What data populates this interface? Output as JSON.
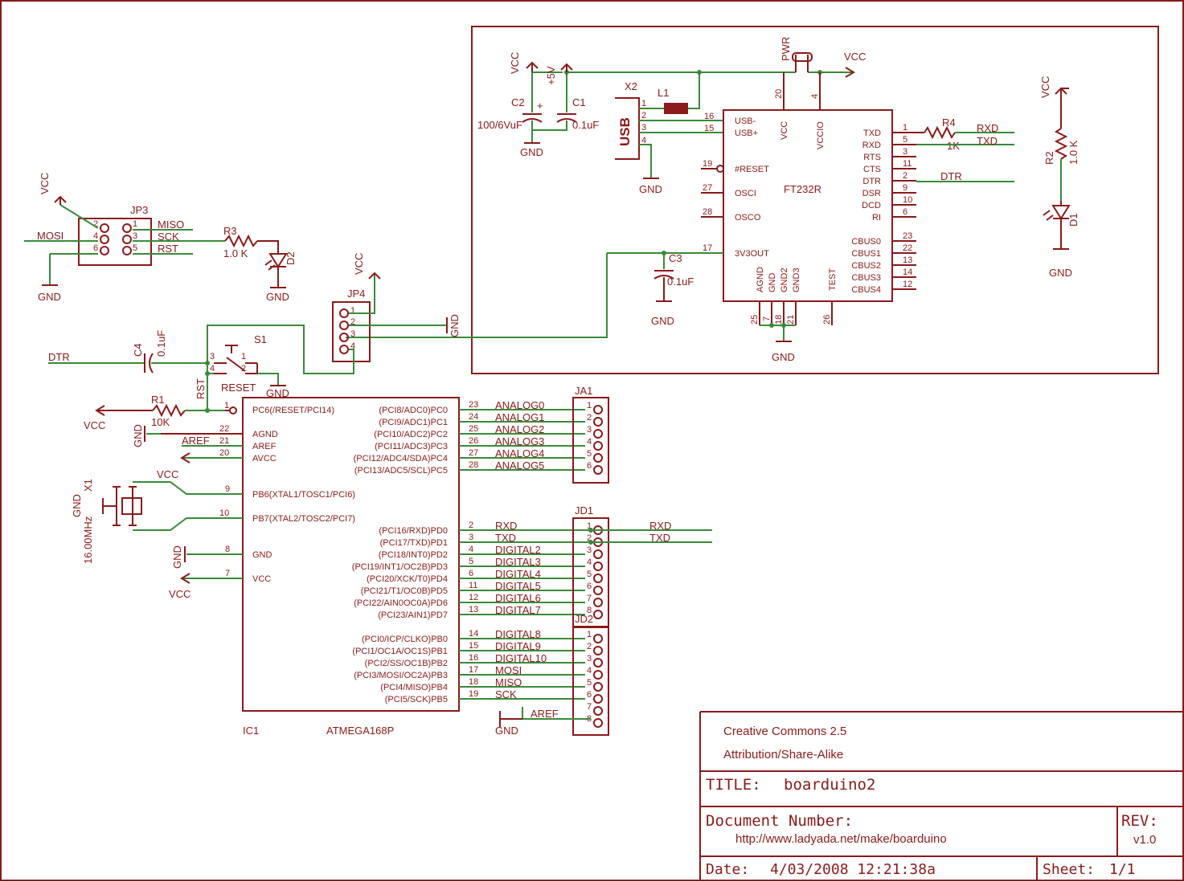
{
  "labels": {
    "vcc": "VCC",
    "gnd": "GND",
    "plus5v": "+5V",
    "pwr": "PWR",
    "mosi": "MOSI",
    "miso": "MISO",
    "sck": "SCK",
    "rst": "RST",
    "reset": "RESET",
    "dtr": "DTR",
    "rxd": "RXD",
    "txd": "TXD",
    "aref": "AREF"
  },
  "parts": {
    "c2": "C2",
    "c2_value": "100/6VuF",
    "c1": "C1",
    "c1_value": "0.1uF",
    "c3": "C3",
    "c3_value": "0.1uF",
    "c4": "C4",
    "c4_value": "0.1uF",
    "x2": "X2",
    "usb": "USB",
    "l1": "L1",
    "r1": "R1",
    "r1_value": "10K",
    "r2": "R2",
    "r2_value": "1.0 K",
    "r3": "R3",
    "r3_value": "1.0 K",
    "r4": "R4",
    "r4_value": "1K",
    "d1": "D1",
    "d2": "D2",
    "jp3": "JP3",
    "jp4": "JP4",
    "s1": "S1",
    "x1": "X1",
    "x1_value": "16.00MHz",
    "ja1": "JA1",
    "jd1": "JD1",
    "jd2": "JD2",
    "ic1": "IC1",
    "ic1_value": "ATMEGA168P",
    "ft232r": "FT232R"
  },
  "ft232r_pins_left": [
    {
      "num": "16",
      "name": "USB-"
    },
    {
      "num": "15",
      "name": "USB+"
    },
    {
      "num": "19",
      "name": "#RESET"
    },
    {
      "num": "27",
      "name": "OSCI"
    },
    {
      "num": "28",
      "name": "OSCO"
    },
    {
      "num": "17",
      "name": "3V3OUT"
    }
  ],
  "ft232r_pins_right": [
    {
      "num": "1",
      "name": "TXD"
    },
    {
      "num": "5",
      "name": "RXD"
    },
    {
      "num": "3",
      "name": "RTS"
    },
    {
      "num": "11",
      "name": "CTS"
    },
    {
      "num": "2",
      "name": "DTR"
    },
    {
      "num": "9",
      "name": "DSR"
    },
    {
      "num": "10",
      "name": "DCD"
    },
    {
      "num": "6",
      "name": "RI"
    },
    {
      "num": "23",
      "name": "CBUS0"
    },
    {
      "num": "22",
      "name": "CBUS1"
    },
    {
      "num": "13",
      "name": "CBUS2"
    },
    {
      "num": "14",
      "name": "CBUS3"
    },
    {
      "num": "12",
      "name": "CBUS4"
    }
  ],
  "ft232r_pins_top": [
    {
      "num": "20",
      "name": "VCC"
    },
    {
      "num": "4",
      "name": "VCCIO"
    }
  ],
  "ft232r_pins_bottom": [
    {
      "num": "25",
      "name": "AGND"
    },
    {
      "num": "7",
      "name": "GND"
    },
    {
      "num": "18",
      "name": "GND2"
    },
    {
      "num": "21",
      "name": "GND3"
    },
    {
      "num": "26",
      "name": "TEST"
    }
  ],
  "usb_pins": [
    "1",
    "2",
    "3",
    "4"
  ],
  "mcu_pins_left": [
    {
      "num": "1",
      "name": "PC6(/RESET/PCI14)"
    },
    {
      "num": "22",
      "name": "AGND"
    },
    {
      "num": "21",
      "name": "AREF"
    },
    {
      "num": "20",
      "name": "AVCC"
    },
    {
      "num": "9",
      "name": "PB6(XTAL1/TOSC1/PCI6)"
    },
    {
      "num": "10",
      "name": "PB7(XTAL2/TOSC2/PCI7)"
    },
    {
      "num": "8",
      "name": "GND"
    },
    {
      "num": "7",
      "name": "VCC"
    }
  ],
  "mcu_pins_right": [
    {
      "num": "23",
      "name": "(PCI8/ADC0)PC0",
      "net": "ANALOG0"
    },
    {
      "num": "24",
      "name": "(PCI9/ADC1)PC1",
      "net": "ANALOG1"
    },
    {
      "num": "25",
      "name": "(PCI10/ADC2)PC2",
      "net": "ANALOG2"
    },
    {
      "num": "26",
      "name": "(PCI11/ADC3)PC3",
      "net": "ANALOG3"
    },
    {
      "num": "27",
      "name": "(PCI12/ADC4/SDA)PC4",
      "net": "ANALOG4"
    },
    {
      "num": "28",
      "name": "(PCI13/ADC5/SCL)PC5",
      "net": "ANALOG5"
    },
    {
      "num": "2",
      "name": "(PCI16/RXD)PD0",
      "net": "RXD"
    },
    {
      "num": "3",
      "name": "(PCI17/TXD)PD1",
      "net": "TXD"
    },
    {
      "num": "4",
      "name": "(PCI18/INT0)PD2",
      "net": "DIGITAL2"
    },
    {
      "num": "5",
      "name": "(PCI19/INT1/OC2B)PD3",
      "net": "DIGITAL3"
    },
    {
      "num": "6",
      "name": "(PCI20/XCK/T0)PD4",
      "net": "DIGITAL4"
    },
    {
      "num": "11",
      "name": "(PCI21/T1/OC0B)PD5",
      "net": "DIGITAL5"
    },
    {
      "num": "12",
      "name": "(PCI22/AIN0OC0A)PD6",
      "net": "DIGITAL6"
    },
    {
      "num": "13",
      "name": "(PCI23/AIN1)PD7",
      "net": "DIGITAL7"
    },
    {
      "num": "14",
      "name": "(PCI0/ICP/CLKO)PB0",
      "net": "DIGITAL8"
    },
    {
      "num": "15",
      "name": "(PCI1/OC1A/OC1S)PB1",
      "net": "DIGITAL9"
    },
    {
      "num": "16",
      "name": "(PCI2/SS/OC1B)PB2",
      "net": "DIGITAL10"
    },
    {
      "num": "17",
      "name": "(PCI3/MOSI/OC2A)PB3",
      "net": "MOSI"
    },
    {
      "num": "18",
      "name": "(PCI4/MISO)PB4",
      "net": "MISO"
    },
    {
      "num": "19",
      "name": "(PCI5/SCK)PB5",
      "net": "SCK"
    }
  ],
  "jp3_pins": [
    "2",
    "4",
    "6",
    "1",
    "3",
    "5"
  ],
  "jp4_pins": [
    "1",
    "2",
    "3",
    "4"
  ],
  "ja1_pins": [
    "1",
    "2",
    "3",
    "4",
    "5",
    "6"
  ],
  "jd1_pins": [
    "1",
    "2",
    "3",
    "4",
    "5",
    "6",
    "7",
    "8"
  ],
  "jd2_pins": [
    "1",
    "2",
    "3",
    "4",
    "5",
    "6",
    "7",
    "8"
  ],
  "s1_pins": [
    "3",
    "4",
    "1",
    "2"
  ],
  "title_block": {
    "license_line1": "Creative Commons 2.5",
    "license_line2": "Attribution/Share-Alike",
    "title_label": "TITLE:",
    "title": "boarduino2",
    "docnum_label": "Document Number:",
    "docnum": "http://www.ladyada.net/make/boarduino",
    "rev_label": "REV:",
    "rev": "v1.0",
    "date_label": "Date:",
    "date": "4/03/2008 12:21:38a",
    "sheet_label": "Sheet:",
    "sheet": "1/1"
  },
  "colors": {
    "wire": "#3a8a3a",
    "symbol": "#8b1a1a",
    "background": "#ffffff"
  }
}
